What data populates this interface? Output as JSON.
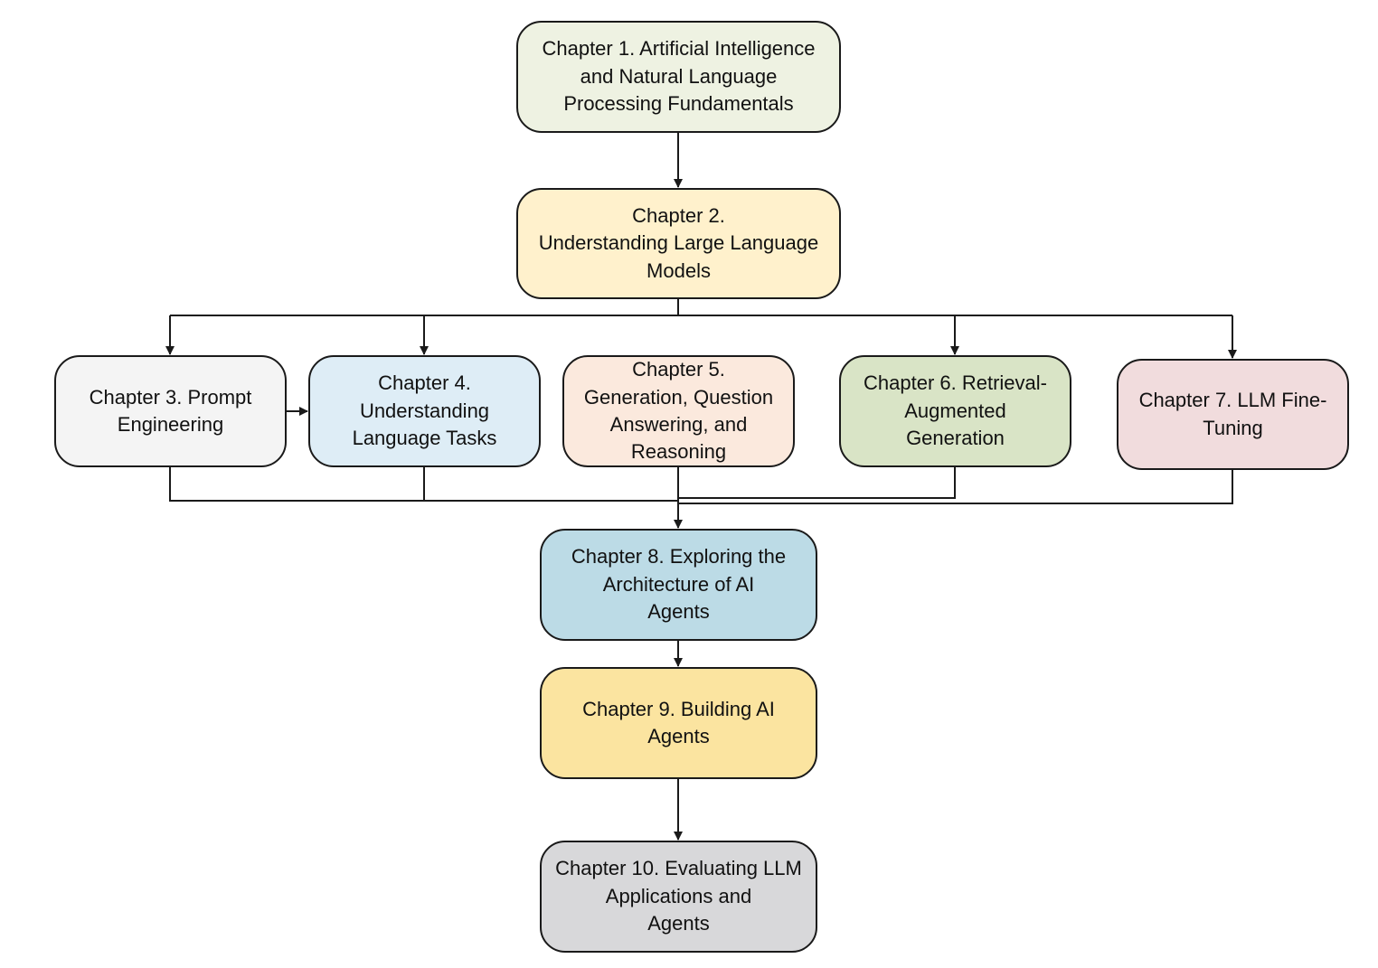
{
  "colors": {
    "stroke": "#1a1a1a",
    "text": "#111111"
  },
  "nodes": {
    "ch1": {
      "label": "Chapter 1. Artificial Intelligence\nand Natural Language\nProcessing Fundamentals",
      "fill": "#eef2e2"
    },
    "ch2": {
      "label": "Chapter 2.\nUnderstanding Large Language\nModels",
      "fill": "#fff1cc"
    },
    "ch3": {
      "label": "Chapter 3. Prompt\nEngineering",
      "fill": "#f4f4f4"
    },
    "ch4": {
      "label": "Chapter 4.\nUnderstanding\nLanguage Tasks",
      "fill": "#deedf6"
    },
    "ch5": {
      "label": "Chapter 5.\nGeneration, Question\nAnswering, and\nReasoning",
      "fill": "#fbe9dd"
    },
    "ch6": {
      "label": "Chapter 6. Retrieval-\nAugmented\nGeneration",
      "fill": "#d9e4c6"
    },
    "ch7": {
      "label": "Chapter 7. LLM Fine-\nTuning",
      "fill": "#f1dcdd"
    },
    "ch8": {
      "label": "Chapter 8. Exploring the\nArchitecture of AI\nAgents",
      "fill": "#bcdbe6"
    },
    "ch9": {
      "label": "Chapter 9. Building AI\nAgents",
      "fill": "#fbe4a0"
    },
    "ch10": {
      "label": "Chapter 10. Evaluating LLM\nApplications and\nAgents",
      "fill": "#d8d8da"
    }
  }
}
